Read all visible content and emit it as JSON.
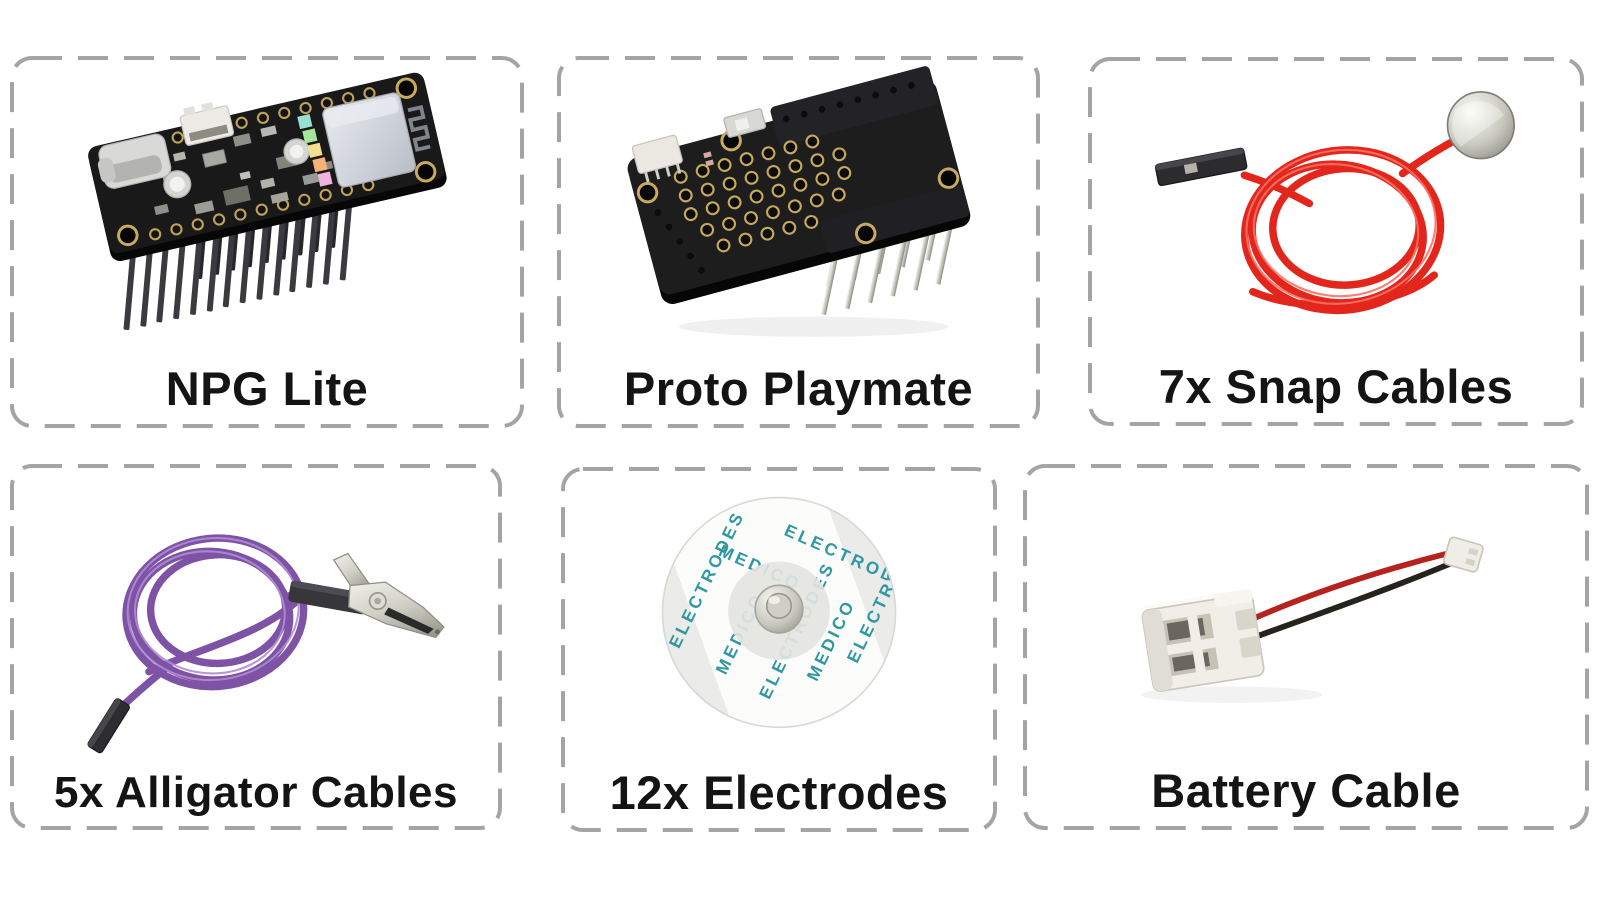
{
  "page": {
    "kind": "hardware-kit-contents-figure",
    "background": "#ffffff",
    "card_border_color": "#a4a4a4",
    "label_color": "#141414"
  },
  "cards": [
    {
      "id": "npg-lite",
      "label": "NPG Lite"
    },
    {
      "id": "proto-playmate",
      "label": "Proto Playmate"
    },
    {
      "id": "snap-cables",
      "label": "7x Snap Cables",
      "cable_color": "#e3261c"
    },
    {
      "id": "alligator-cables",
      "label": "5x Alligator Cables",
      "cable_color": "#7e52a5"
    },
    {
      "id": "electrodes",
      "label": "12x Electrodes",
      "print_text": [
        "MEDICO",
        "ELECTRODES"
      ],
      "print_color": "#2f98a0"
    },
    {
      "id": "battery-cable",
      "label": "Battery Cable",
      "wire_colors": [
        "#b6231e",
        "#26221c"
      ]
    }
  ]
}
